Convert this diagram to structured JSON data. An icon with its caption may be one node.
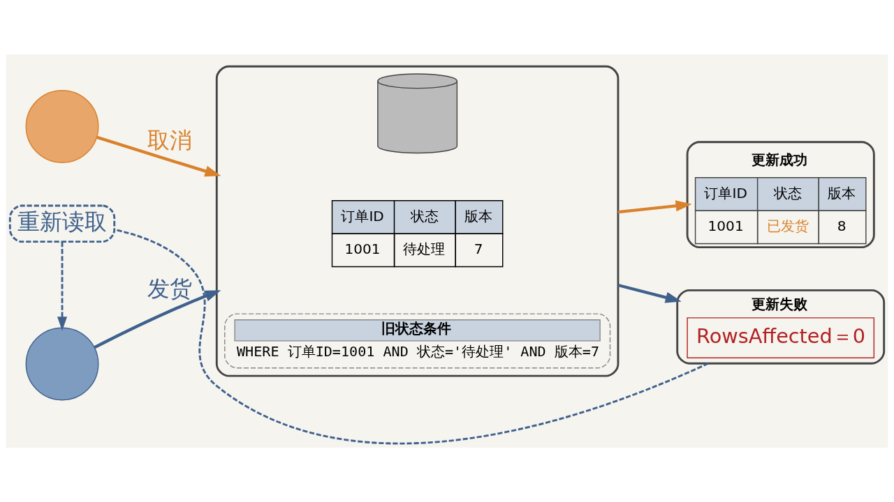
{
  "diagram": {
    "nodes": [
      {
        "text": [],
        "shape": "person"
      },
      {
        "text": [],
        "shape": "person"
      },
      {
        "text": [],
        "shape": "box"
      },
      {
        "text": [],
        "shape": "cylinder",
        "in": 2
      },
      {
        "text": [
          "订单ID",
          "状态",
          "版本",
          "1001",
          "待处理",
          "7"
        ],
        "in": 2
      },
      {
        "text": [
          "旧状态条件",
          "WHERE 订单ID=1001 AND 状态='待处理' AND 版本=7"
        ],
        "in": 2
      },
      {
        "text": [
          "更新成功",
          "订单ID",
          "状态",
          "版本",
          "1001",
          "已发货",
          "8"
        ]
      },
      {
        "text": [
          "更新失败",
          "RowsAffected＝0"
        ]
      },
      {
        "text": [
          "重新读取"
        ]
      }
    ],
    "edges": [
      {
        "from": 0,
        "to": 2,
        "arrow": "to",
        "label": "取消",
        "color": "#d9822b"
      },
      {
        "from": 1,
        "to": 2,
        "arrow": "to",
        "label": "发货",
        "color": "#3f618c"
      },
      {
        "from": 2,
        "to": 6,
        "arrow": "to",
        "color": "#d9822b"
      },
      {
        "from": 2,
        "to": 7,
        "arrow": "to",
        "color": "#3f618c"
      },
      {
        "from": 7,
        "to": 8,
        "arrow": "none",
        "style": "dashed",
        "color": "#3f618c"
      },
      {
        "from": 8,
        "to": 1,
        "arrow": "to",
        "style": "dashed",
        "color": "#3f618c"
      }
    ]
  }
}
